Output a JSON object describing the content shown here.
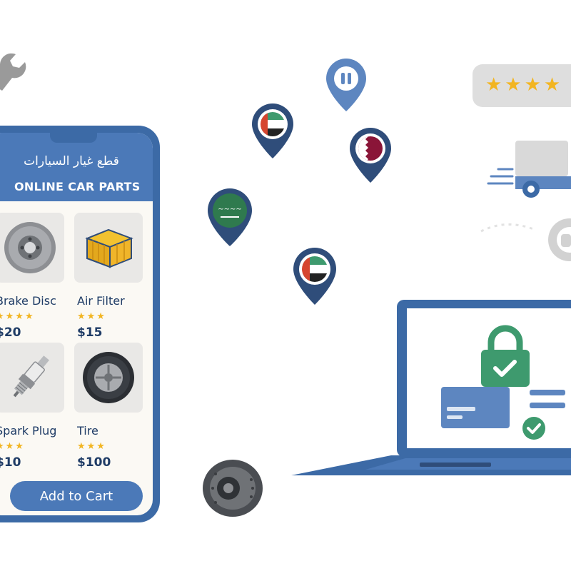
{
  "app": {
    "title_ar": "قطع غيار السيارات",
    "title_en": "ONLINE CAR PARTS"
  },
  "products": [
    {
      "name": "Brake Disc",
      "stars": "★★★★",
      "price": "$20",
      "icon": "brake-disc-icon"
    },
    {
      "name": "Air Filter",
      "stars": "★★★",
      "price": "$15",
      "icon": "air-filter-icon"
    },
    {
      "name": "Spark Plug",
      "stars": "★★★",
      "price": "$10",
      "icon": "spark-plug-icon"
    },
    {
      "name": "Tire",
      "stars": "★★★",
      "price": "$100",
      "icon": "tire-icon"
    }
  ],
  "cart": {
    "label": "Add to Cart"
  },
  "rating": {
    "stars": "★★★★"
  },
  "colors": {
    "brand_blue": "#3c6aa6",
    "header_blue": "#4b79b8",
    "star_gold": "#f2b521",
    "secure_green": "#3e9a6e"
  },
  "decor": {
    "icons": [
      "wrench-icon",
      "map-pin-icon",
      "delivery-truck-icon",
      "padlock-icon",
      "credit-card-icon",
      "checkmark-icon",
      "brake-rotor-icon"
    ]
  }
}
